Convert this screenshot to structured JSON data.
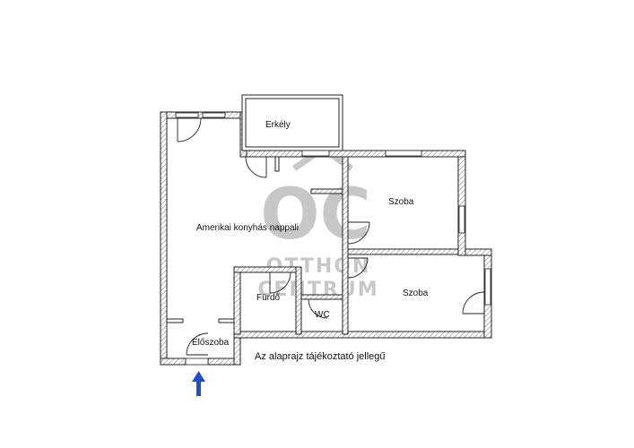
{
  "rooms": {
    "balcony": "Erkély",
    "living_kitchen": "Amerikai konyhás nappali",
    "room_1": "Szoba",
    "room_2": "Szoba",
    "bathroom": "Fürdő",
    "toilet": "WC",
    "hall": "Előszoba"
  },
  "note": "Az alaprajz tájékoztató jellegű",
  "watermark": {
    "logo": "OC",
    "line1": "OTTHON",
    "line2": "CENTRUM"
  },
  "colors": {
    "wall_fill": "#ffffff",
    "wall_stroke": "#222222",
    "wall_hatch": "#888888",
    "entrance_arrow": "#1f4fcf",
    "watermark": "#9a9a9a"
  },
  "icons": {
    "entrance": "entrance-arrow-icon"
  }
}
